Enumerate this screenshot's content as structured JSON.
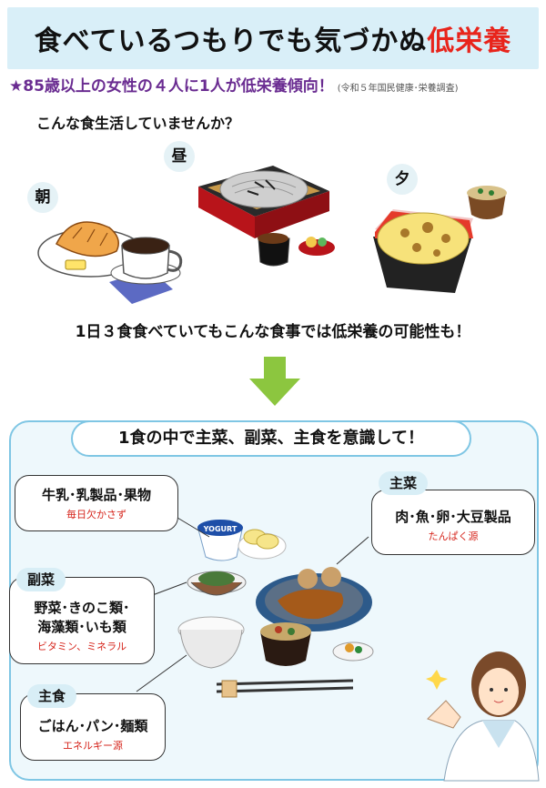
{
  "header": {
    "title_main": "食べているつもりでも気づかぬ",
    "title_accent": "低栄養"
  },
  "notice": {
    "text": "★85歳以上の女性の４人に1人が低栄養傾向！",
    "source": "(令和５年国民健康･栄養調査)"
  },
  "question": "こんな食生活していませんか？",
  "meals": {
    "breakfast": "朝",
    "lunch": "昼",
    "dinner": "夕"
  },
  "warning": "1日３食食べていてもこんな食事では低栄養の可能性も！",
  "panel": {
    "heading": "1食の中で主菜、副菜、主食を意識して！",
    "yogurt_label": "YOGURT",
    "dairy": {
      "main": "牛乳･乳製品･果物",
      "sub": "毎日欠かさず"
    },
    "main_dish": {
      "label": "主菜",
      "main": "肉･魚･卵･大豆製品",
      "sub": "たんぱく源"
    },
    "side_dish": {
      "label": "副菜",
      "line1": "野菜･きのこ類･",
      "line2": "海藻類･いも類",
      "sub": "ビタミン、ミネラル"
    },
    "staple": {
      "label": "主食",
      "main": "ごはん･パン･麺類",
      "sub": "エネルギー源"
    }
  },
  "colors": {
    "accent_red": "#e8241b",
    "purple": "#6a2c91",
    "panel_border": "#7fc6e4",
    "arrow_green": "#8cc63f"
  }
}
